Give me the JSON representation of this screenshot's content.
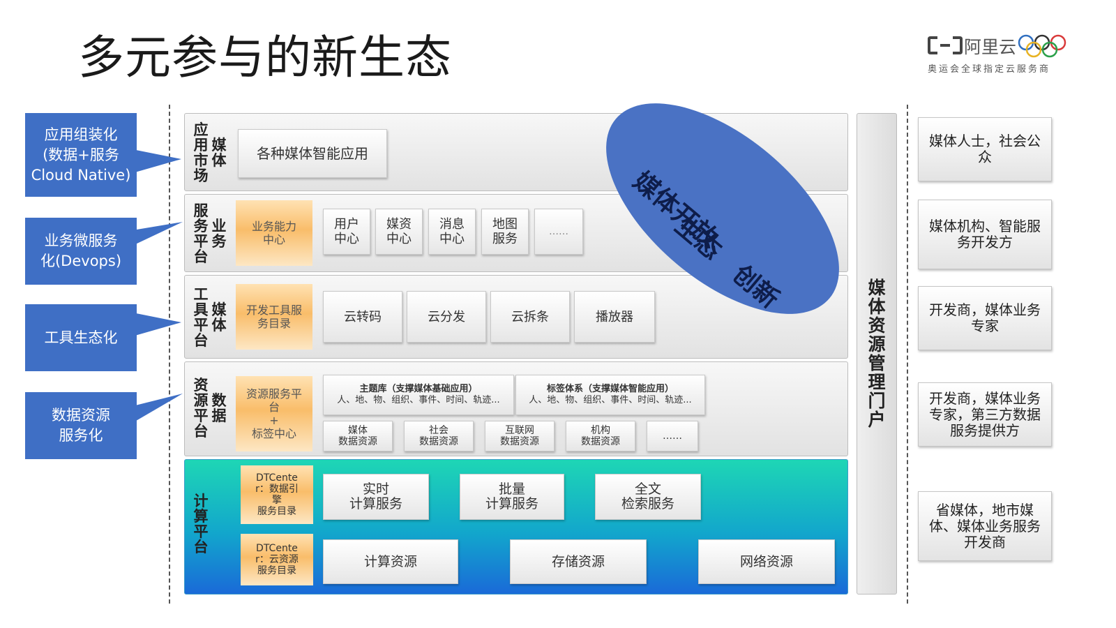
{
  "title": "多元参与的新生态",
  "logo": {
    "brand": "阿里云",
    "tagline": "奥运会全球指定云服务商"
  },
  "callouts": [
    "应用组装化\n(数据+服务\nCloud Native)",
    "业务微服务\n化(Devops)",
    "工具生态化",
    "数据资源\n服务化"
  ],
  "layers": {
    "app": {
      "label_a": "应用市场",
      "label_b": "媒体",
      "item": "各种媒体智能应用"
    },
    "business": {
      "label_a": "服务平台",
      "label_b": "业务",
      "highlight": "业务能力\n中心",
      "items": [
        "用户\n中心",
        "媒资\n中心",
        "消息\n中心",
        "地图\n服务",
        "……"
      ]
    },
    "tools": {
      "label_a": "工具平台",
      "label_b": "媒体",
      "highlight": "开发工具服\n务目录",
      "items": [
        "云转码",
        "云分发",
        "云拆条",
        "播放器"
      ]
    },
    "resource": {
      "label_a": "资源平台",
      "label_b": "数据",
      "highlight": "资源服务平\n台\n+\n标签中心",
      "wide_items": [
        {
          "title": "主题库（支撑媒体基础应用）",
          "sub": "人、地、物、组织、事件、时间、轨迹..."
        },
        {
          "title": "标签体系（支撑媒体智能应用）",
          "sub": "人、地、物、组织、事件、时间、轨迹..."
        }
      ],
      "items": [
        "媒体\n数据资源",
        "社会\n数据资源",
        "互联网\n数据资源",
        "机构\n数据资源",
        "……"
      ]
    },
    "compute": {
      "label": "计算平台",
      "highlight_top": "DTCente\nr：数据引\n擎\n服务目录",
      "highlight_bottom": "DTCente\nr：云资源\n服务目录",
      "services": [
        "实时\n计算服务",
        "批量\n计算服务",
        "全文\n检索服务"
      ],
      "resources": [
        "计算资源",
        "存储资源",
        "网络资源"
      ]
    }
  },
  "ellipse": {
    "line1": "媒体开放、",
    "line2": "生态　创新"
  },
  "portal": "媒体资源管理门户",
  "right_boxes": [
    "媒体人士，社会公\n众",
    "媒体机构、智能服\n务开发方",
    "开发商，媒体业务\n专家",
    "开发商，媒体业务\n专家，第三方数据\n服务提供方",
    "省媒体，地市媒\n体、媒体业务服务\n开发商"
  ],
  "colors": {
    "callout": "#3f6fc5",
    "ellipse": "#4a72c4",
    "orange": "#f9bd6a",
    "compute_top": "#1ed6b5",
    "compute_bottom": "#1a6ad8"
  }
}
